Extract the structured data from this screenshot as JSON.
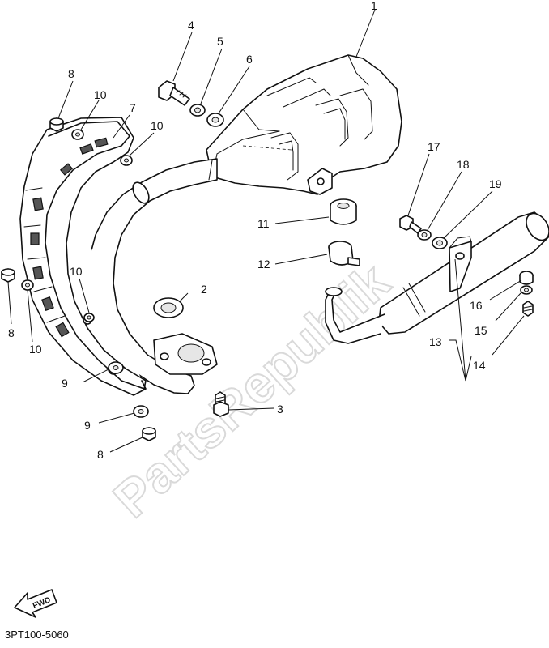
{
  "diagram": {
    "callouts": [
      "1",
      "2",
      "3",
      "4",
      "5",
      "6",
      "7",
      "8",
      "8",
      "8",
      "9",
      "9",
      "10",
      "10",
      "10",
      "10",
      "11",
      "12",
      "13",
      "14",
      "15",
      "16",
      "17",
      "18",
      "19"
    ],
    "fwd_label": "FWD",
    "watermark": "PartsRepublik",
    "code": "3PT100-5060"
  }
}
